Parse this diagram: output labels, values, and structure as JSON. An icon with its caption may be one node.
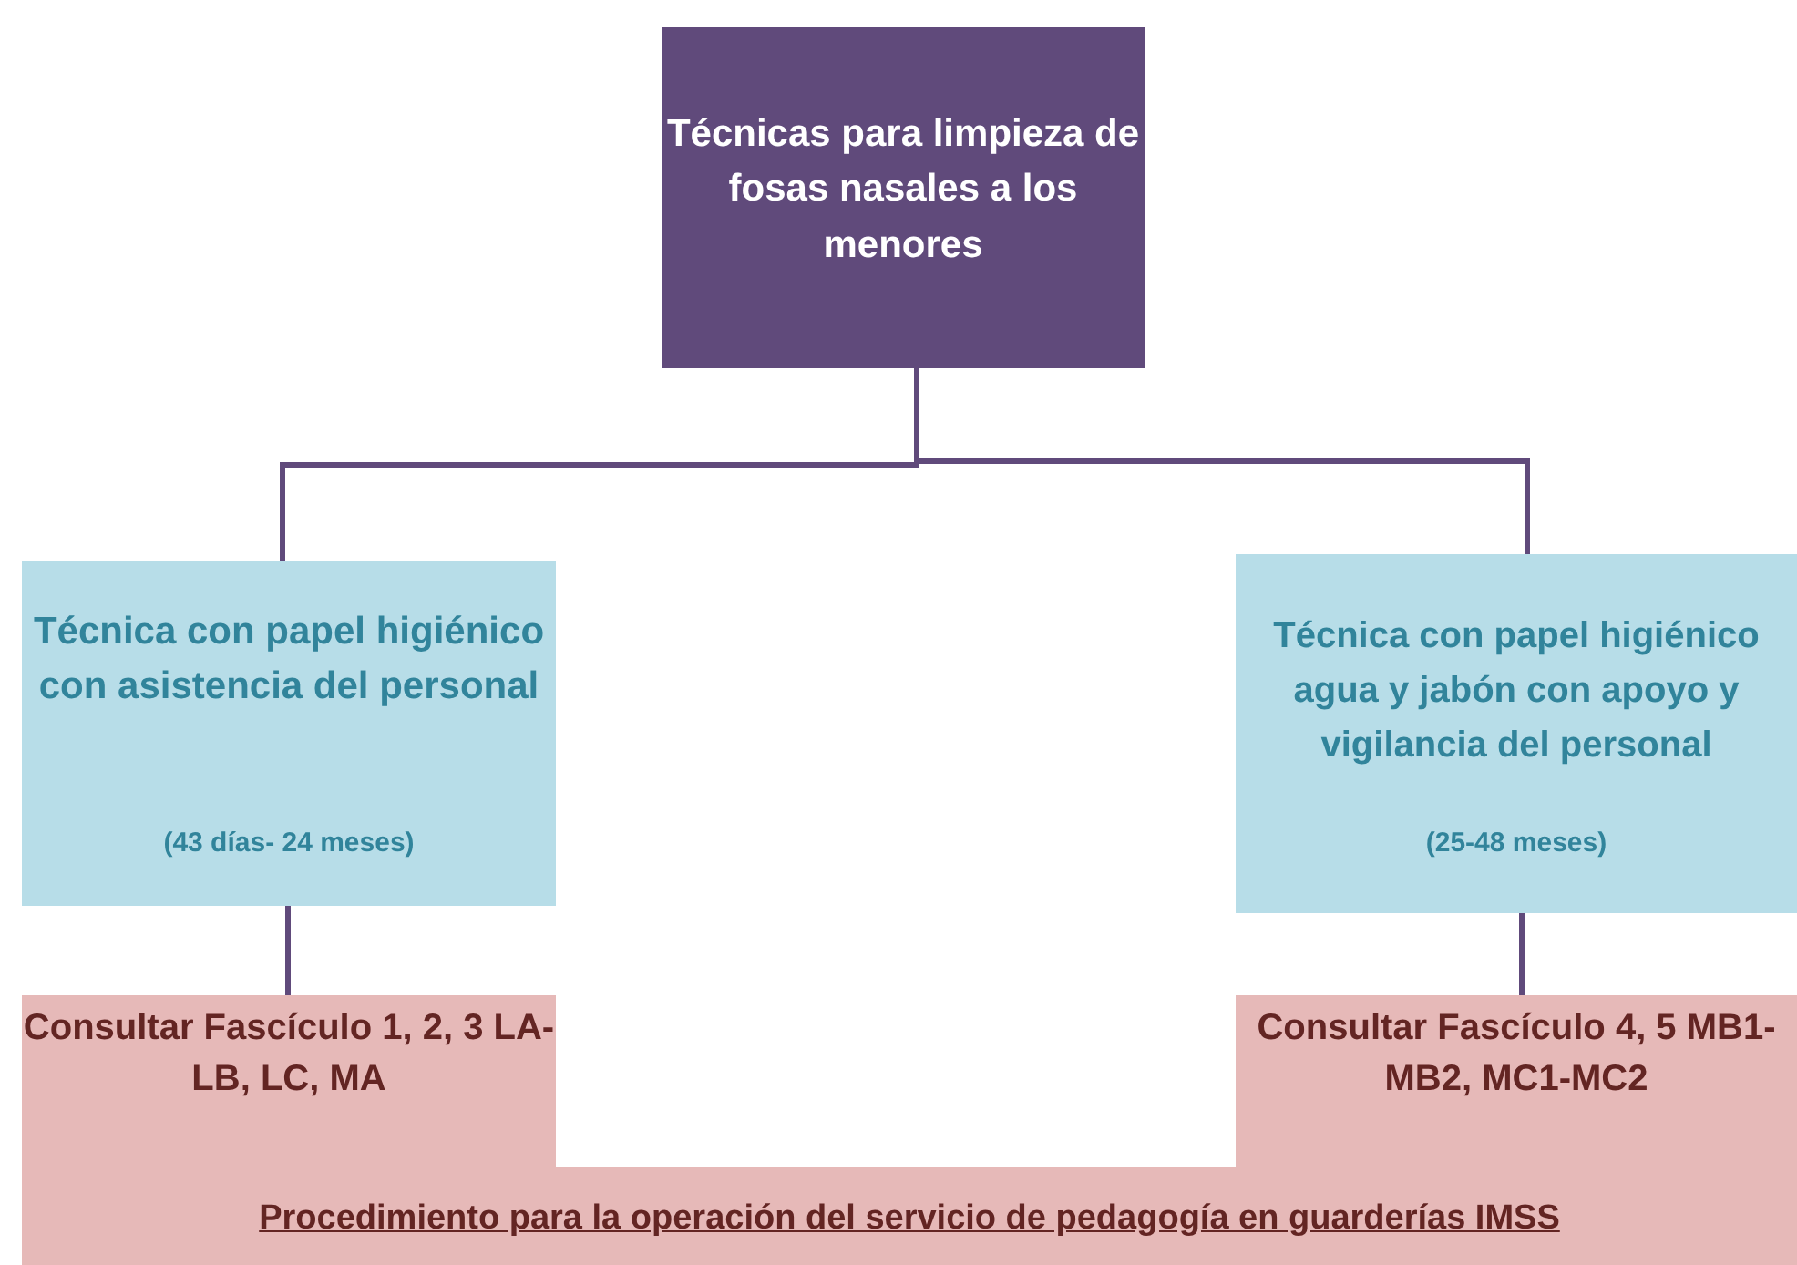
{
  "diagram": {
    "nodes": [
      {
        "text": [
          "Técnicas para limpieza de fosas nasales a los menores"
        ]
      },
      {
        "text": [
          "Técnica con papel higiénico con asistencia del personal",
          "(43 días- 24 meses)"
        ]
      },
      {
        "text": [
          "Técnica con papel higiénico agua y jabón con apoyo y vigilancia del personal",
          "(25-48 meses)"
        ]
      },
      {
        "text": [
          "Consultar Fascículo 1, 2, 3 LA-LB, LC, MA",
          "Consultar Fascículo 4, 5 MB1-MB2, MC1-MC2",
          "Procedimiento para la operación del servicio de pedagogía en guarderías IMSS"
        ]
      }
    ],
    "edges": [
      {
        "from": 0,
        "to": 1,
        "arrow": "none"
      },
      {
        "from": 0,
        "to": 2,
        "arrow": "none"
      },
      {
        "from": 1,
        "to": 3,
        "arrow": "none"
      },
      {
        "from": 2,
        "to": 3,
        "arrow": "none"
      }
    ]
  }
}
